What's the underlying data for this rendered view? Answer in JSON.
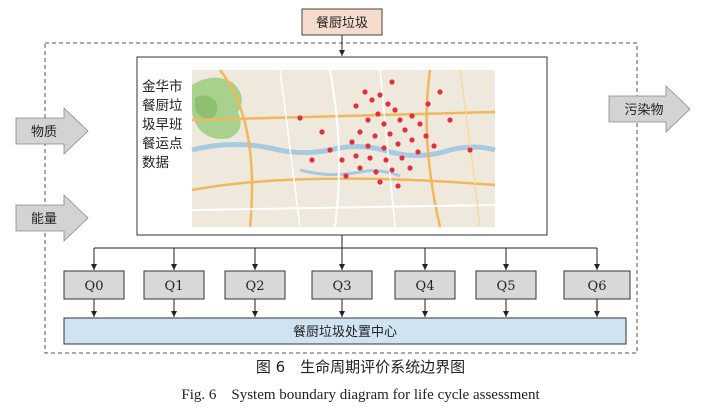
{
  "source_label": "餐厨垃圾",
  "map_label": "金华市餐厨垃圾早班餐运点数据",
  "inputs": [
    {
      "label": "物质"
    },
    {
      "label": "能量"
    }
  ],
  "output": {
    "label": "污染物"
  },
  "stations": [
    "Q0",
    "Q1",
    "Q2",
    "Q3",
    "Q4",
    "Q5",
    "Q6"
  ],
  "center_label": "餐厨垃圾处置中心",
  "caption_cn": "图 6　生命周期评价系统边界图",
  "caption_en": "Fig. 6　System boundary diagram for life cycle assessment",
  "colors": {
    "source_fill": "#f6dccd",
    "center_fill": "#cfe3f1",
    "station_fill": "#d8d8d8",
    "arrow_fill": "#d3d3d3",
    "pin": "#e0303f"
  }
}
